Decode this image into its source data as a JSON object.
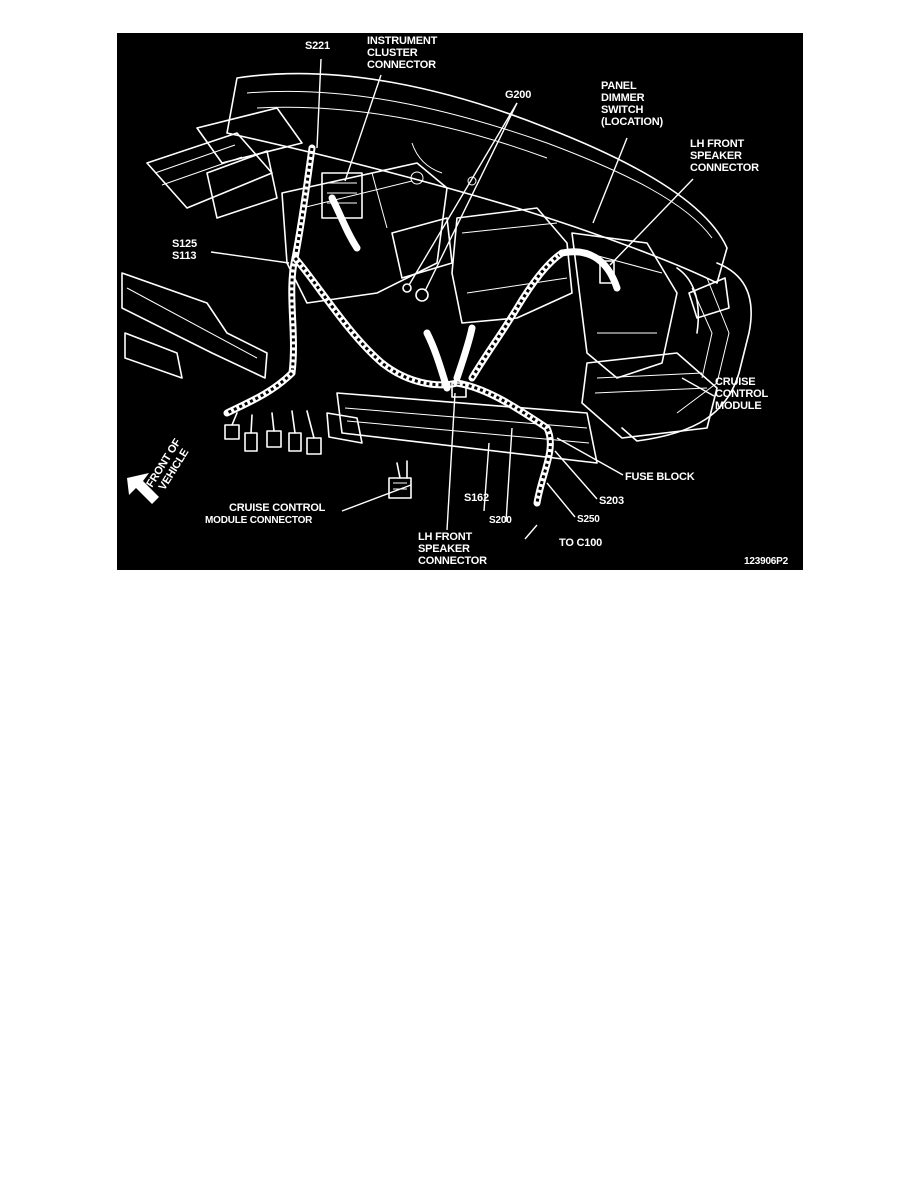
{
  "figure": {
    "id_code": "123906P2",
    "callouts": {
      "s221": "S221",
      "instrument_cluster_connector": [
        "INSTRUMENT",
        "CLUSTER",
        "CONNECTOR"
      ],
      "g200": "G200",
      "panel_dimmer_switch": [
        "PANEL",
        "DIMMER",
        "SWITCH",
        "(LOCATION)"
      ],
      "lh_front_speaker_connector_top": [
        "LH FRONT",
        "SPEAKER",
        "CONNECTOR"
      ],
      "s125": "S125",
      "s113": "S113",
      "cruise_control_module": [
        "CRUISE",
        "CONTROL",
        "MODULE"
      ],
      "fuse_block": "FUSE BLOCK",
      "s203": "S203",
      "s250": "S250",
      "s200": "S200",
      "s162": "S162",
      "to_c100": "TO C100",
      "lh_front_speaker_connector_bottom": [
        "LH FRONT",
        "SPEAKER",
        "CONNECTOR"
      ],
      "cruise_control_module_connector": [
        "CRUISE CONTROL",
        "MODULE CONNECTOR"
      ],
      "front_of_vehicle": [
        "FRONT OF",
        "VEHICLE"
      ]
    }
  }
}
